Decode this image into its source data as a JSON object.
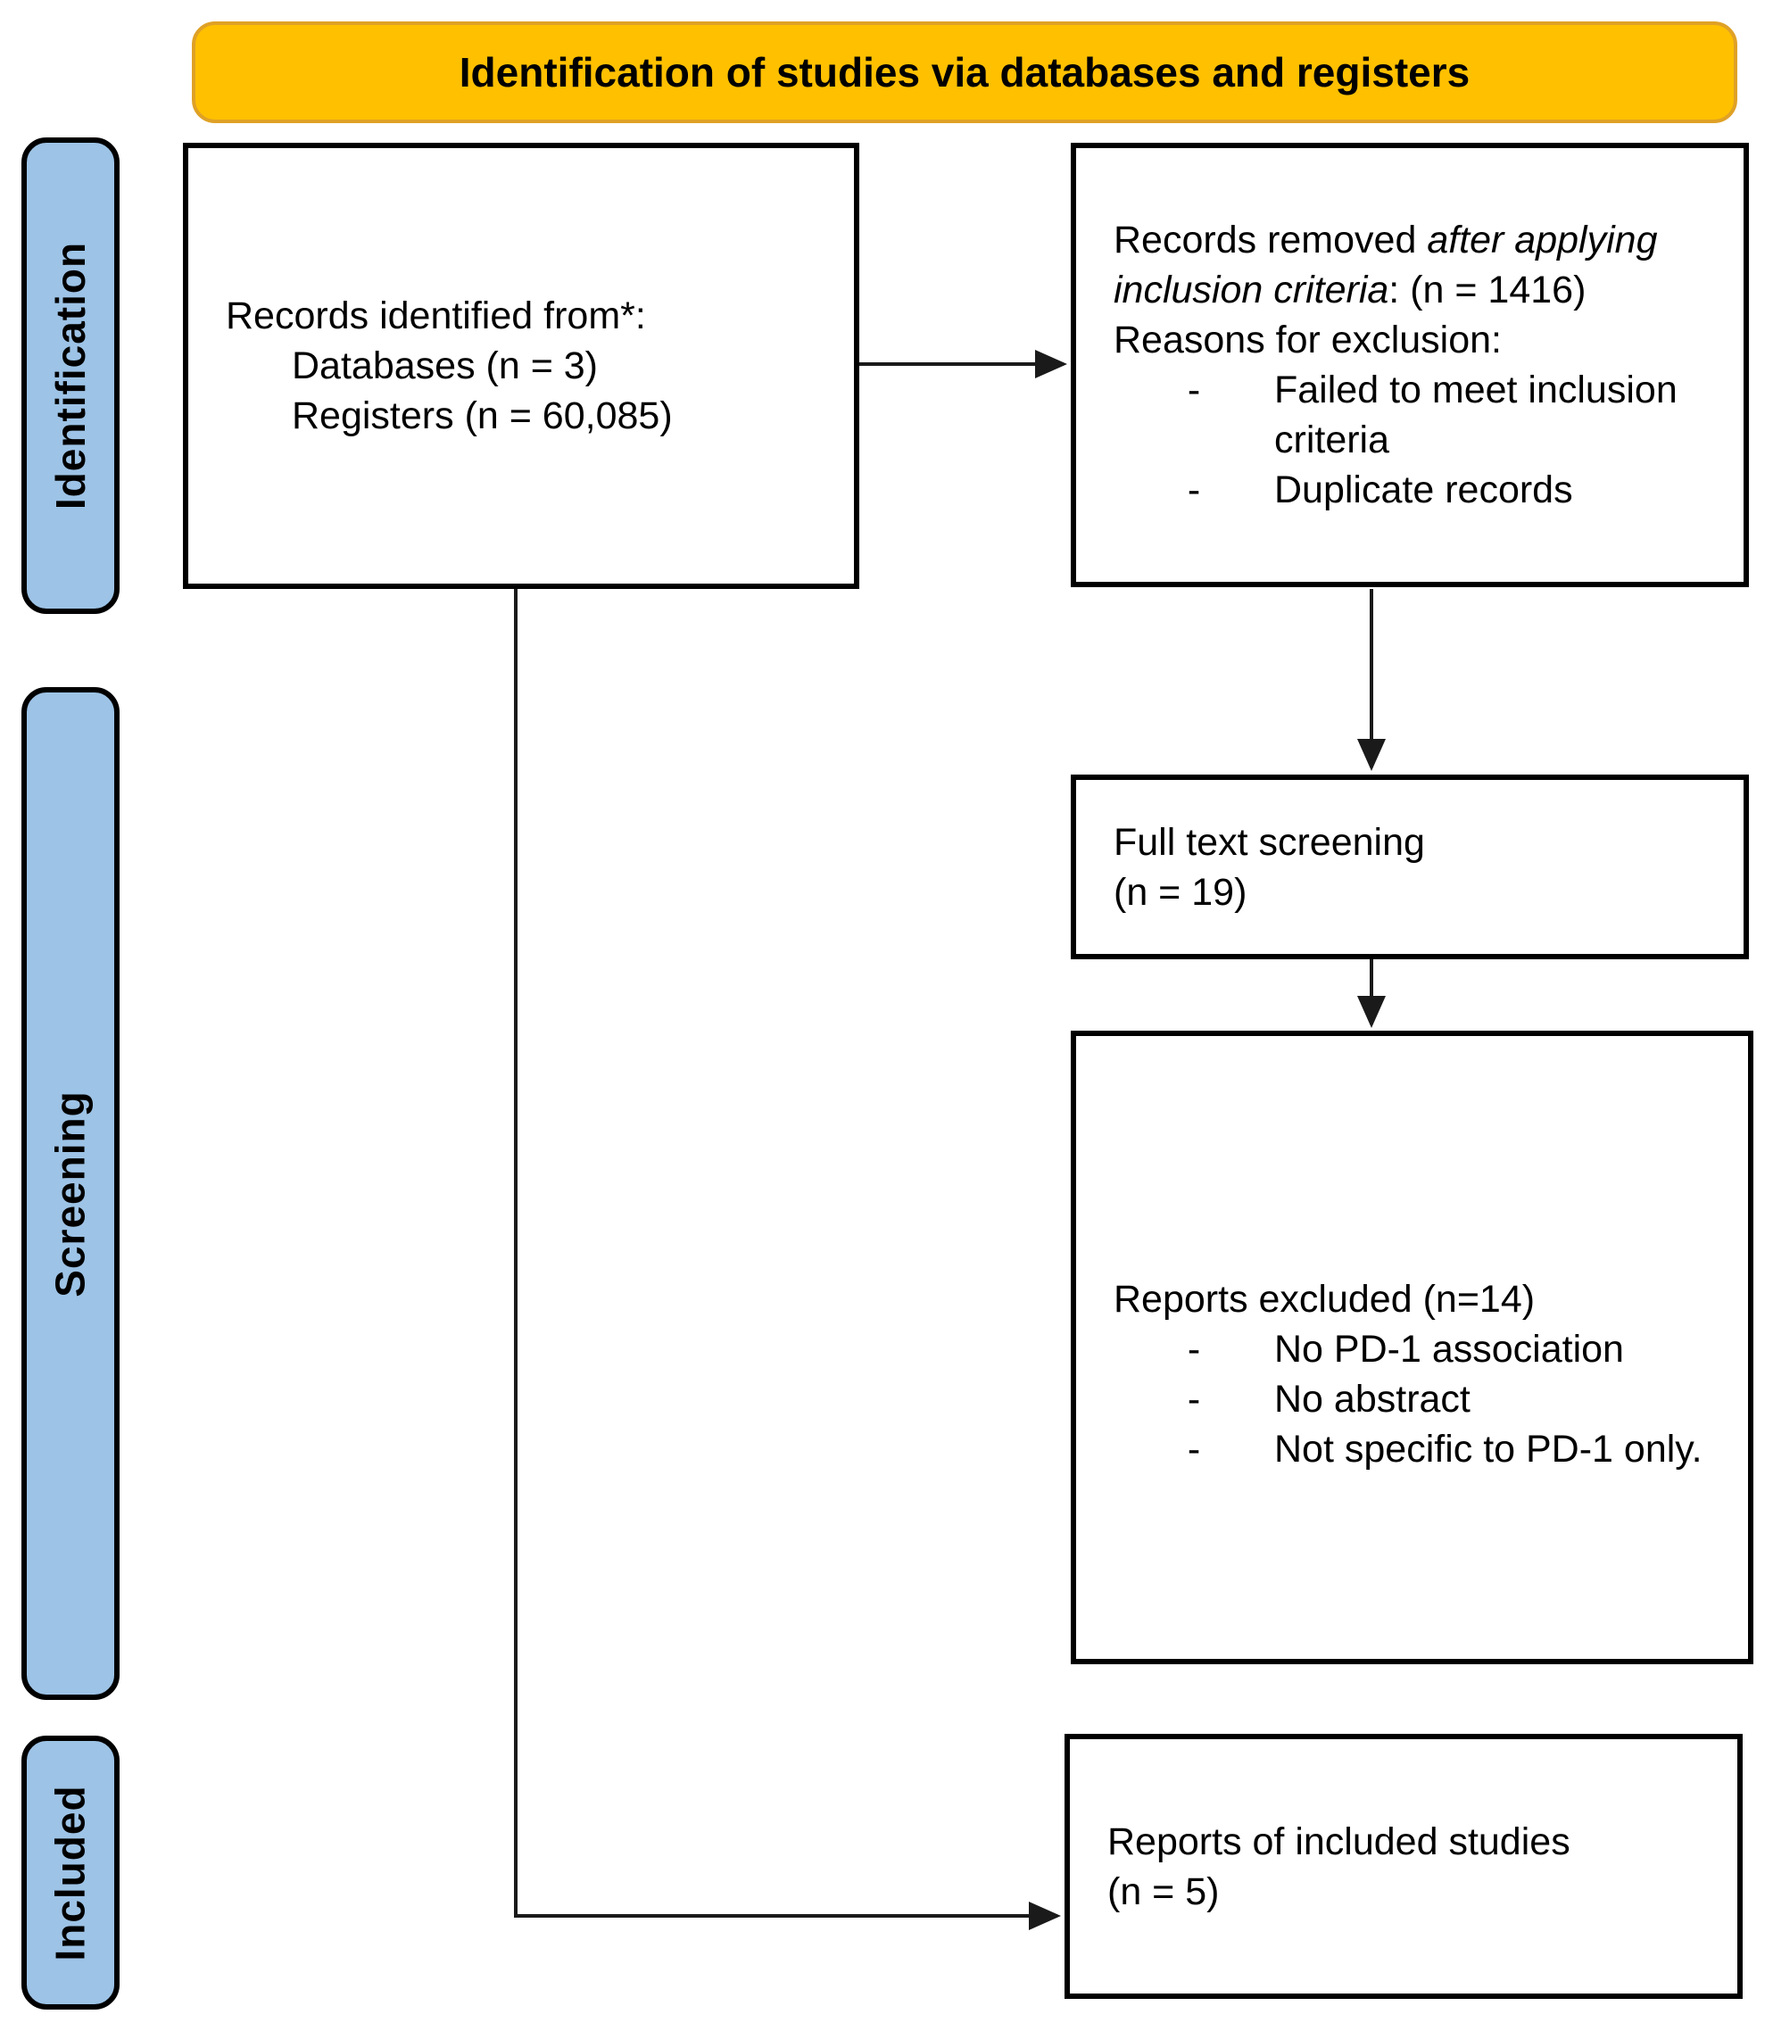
{
  "banner": {
    "title": "Identification of studies via databases and registers"
  },
  "stages": {
    "identification": "Identification",
    "screening": "Screening",
    "included": "Included"
  },
  "boxes": {
    "records_identified": {
      "heading": "Records identified from*:",
      "items": [
        "Databases (n = 3)",
        "Registers (n = 60,085)"
      ]
    },
    "records_removed": {
      "line1_normal": "Records removed ",
      "line1_italic": "after applying",
      "line2_italic": "inclusion criteria",
      "line2_normal": ": (n = 1416)",
      "reasons_heading": "Reasons for exclusion:",
      "bullets": [
        "Failed to meet inclusion criteria",
        "Duplicate records"
      ]
    },
    "full_text_screening": {
      "line1": "Full text screening",
      "line2": "(n = 19)"
    },
    "reports_excluded": {
      "heading": "Reports excluded (n=14)",
      "bullets": [
        "No PD-1 association",
        "No abstract",
        "Not specific to PD-1 only."
      ]
    },
    "included_studies": {
      "line1": "Reports of included studies",
      "line2": "(n = 5)"
    }
  },
  "ui": {
    "dash": "-"
  },
  "colors": {
    "banner_fill": "#FFC000",
    "banner_border": "#DFA126",
    "stage_fill": "#9DC3E6",
    "box_border": "#000000",
    "arrow": "#1a1a1a"
  }
}
